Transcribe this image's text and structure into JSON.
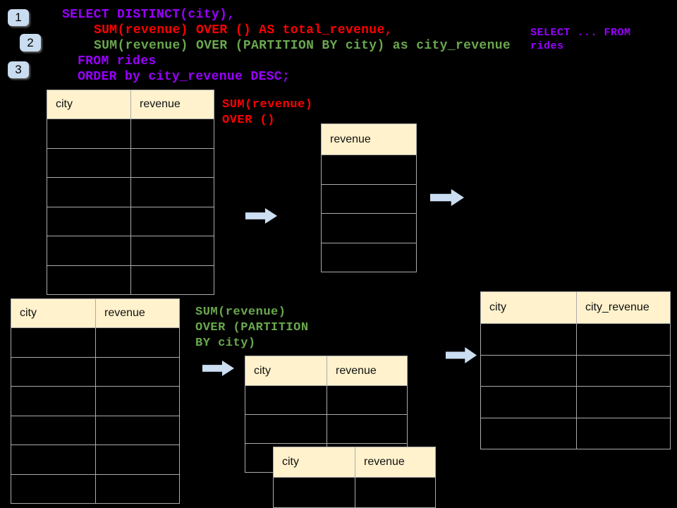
{
  "step_badges": [
    "1",
    "2",
    "3"
  ],
  "sql": {
    "lines": [
      {
        "text": "SELECT DISTINCT(city),",
        "color": "purple"
      },
      {
        "text": "SUM(revenue) OVER () AS total_revenue,",
        "color": "red"
      },
      {
        "text": "SUM(revenue) OVER (PARTITION BY city) as city_revenue",
        "color": "green"
      },
      {
        "text": "FROM rides",
        "color": "purple"
      },
      {
        "text": "ORDER by city_revenue DESC;",
        "color": "purple"
      }
    ]
  },
  "corner_note": "SELECT ... FROM\nrides",
  "annotations": {
    "total_revenue": "SUM(revenue)\nOVER ()",
    "city_revenue": "SUM(revenue)\nOVER (PARTITION\nBY city)"
  },
  "tables": {
    "rides_top": {
      "columns": [
        "city",
        "revenue"
      ],
      "empty_rows": 6
    },
    "total_result": {
      "columns": [
        "revenue"
      ],
      "empty_rows": 4
    },
    "rides_bottom": {
      "columns": [
        "city",
        "revenue"
      ],
      "empty_rows": 6
    },
    "partition_front": {
      "columns": [
        "city",
        "revenue"
      ],
      "empty_rows": 3
    },
    "partition_overlay": {
      "columns": [
        "city",
        "revenue"
      ],
      "empty_rows": 1
    },
    "city_revenue_result": {
      "columns": [
        "city",
        "city_revenue"
      ],
      "empty_rows": 4
    }
  },
  "colors": {
    "purple": "#9900FF",
    "red": "#FF0000",
    "green": "#6AA84F",
    "header_fill": "#FFF2CC",
    "arrow_fill": "#CBDEF2",
    "badge_fill": "#C9DCF0",
    "border": "#ABABAB",
    "background": "#000000"
  }
}
